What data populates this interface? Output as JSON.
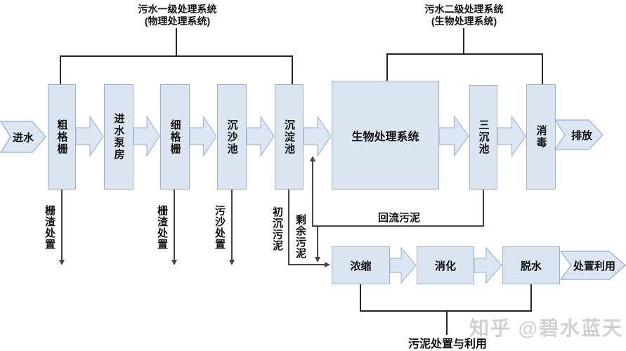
{
  "diagram": {
    "primary_system": {
      "title_line1": "污水一级处理系统",
      "title_line2": "(物理处理系统)"
    },
    "secondary_system": {
      "title_line1": "污水二级处理系统",
      "title_line2": "(生物处理系统)"
    },
    "inlet_label": "进水",
    "outlet_label": "排放",
    "stages": [
      "粗格栅",
      "进水泵房",
      "细格栅",
      "沉沙池",
      "沉淀池",
      "生物处理系统",
      "三沉池",
      "消毒"
    ],
    "byproduct_labels": [
      "栅渣处置",
      "栅渣处置",
      "污沙处置",
      "初沉污泥",
      "剩余污泥"
    ],
    "return_sludge_label": "回流污泥",
    "sludge_stages": [
      "浓缩",
      "消化",
      "脱水"
    ],
    "sludge_outlet_label": "处置利用",
    "sludge_section_label": "污泥处置与利用",
    "watermark": "知乎 @碧水蓝天"
  },
  "colors": {
    "box_fill": "#dbe5f1",
    "box_border": "#9db1ca",
    "arrow_fill": "#dde7f3",
    "arrow_border": "#a3b9d8",
    "bline": "#262626",
    "sline": "#454545",
    "text": "#111111",
    "watermark": "#c9c9c9",
    "bg": "#ffffff"
  }
}
